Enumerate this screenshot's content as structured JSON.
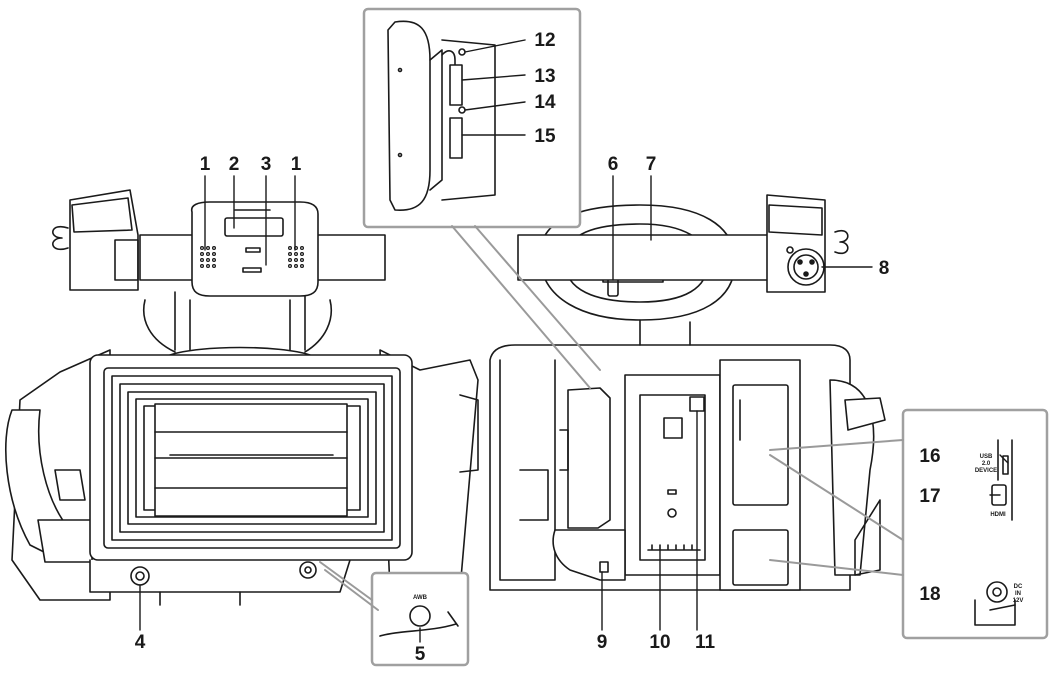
{
  "callouts": {
    "c1_left": "1",
    "c2": "2",
    "c3": "3",
    "c1_right": "1",
    "c4": "4",
    "c5": "5",
    "c6": "6",
    "c7": "7",
    "c8": "8",
    "c9": "9",
    "c10": "10",
    "c11": "11",
    "c12": "12",
    "c13": "13",
    "c14": "14",
    "c15": "15",
    "c16": "16",
    "c17": "17",
    "c18": "18"
  },
  "panel_labels": {
    "awb": "AWB",
    "usb_line1": "USB",
    "usb_line2": "2.0",
    "usb_line3": "DEVICE",
    "hdmi": "HDMI",
    "dc_line1": "DC",
    "dc_line2": "IN",
    "dc_line3": "12V"
  },
  "colors": {
    "line": "#1a1a1a",
    "leader": "#9a9a9a",
    "inset_border": "#a0a0a0",
    "fill": "#ffffff"
  }
}
